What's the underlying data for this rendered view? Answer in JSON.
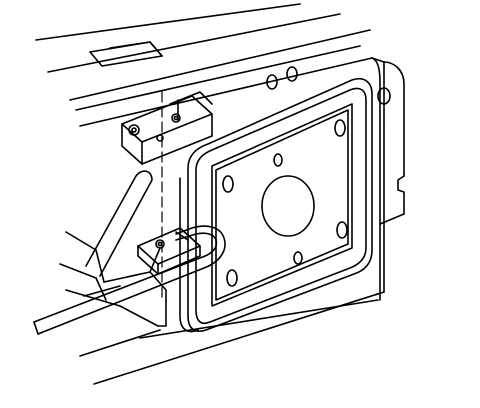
{
  "diagram": {
    "kind": "technical line illustration",
    "line_color": "#000000",
    "background_color": "#ffffff",
    "parts": [
      {
        "id": "frame-rail",
        "icon": "frame-rail"
      },
      {
        "id": "upper-mounting-bracket",
        "icon": "angle-bracket"
      },
      {
        "id": "lower-mounting-bracket",
        "icon": "angle-bracket"
      },
      {
        "id": "mounting-plate",
        "icon": "plate"
      },
      {
        "id": "brake-line",
        "icon": "tube"
      }
    ]
  }
}
